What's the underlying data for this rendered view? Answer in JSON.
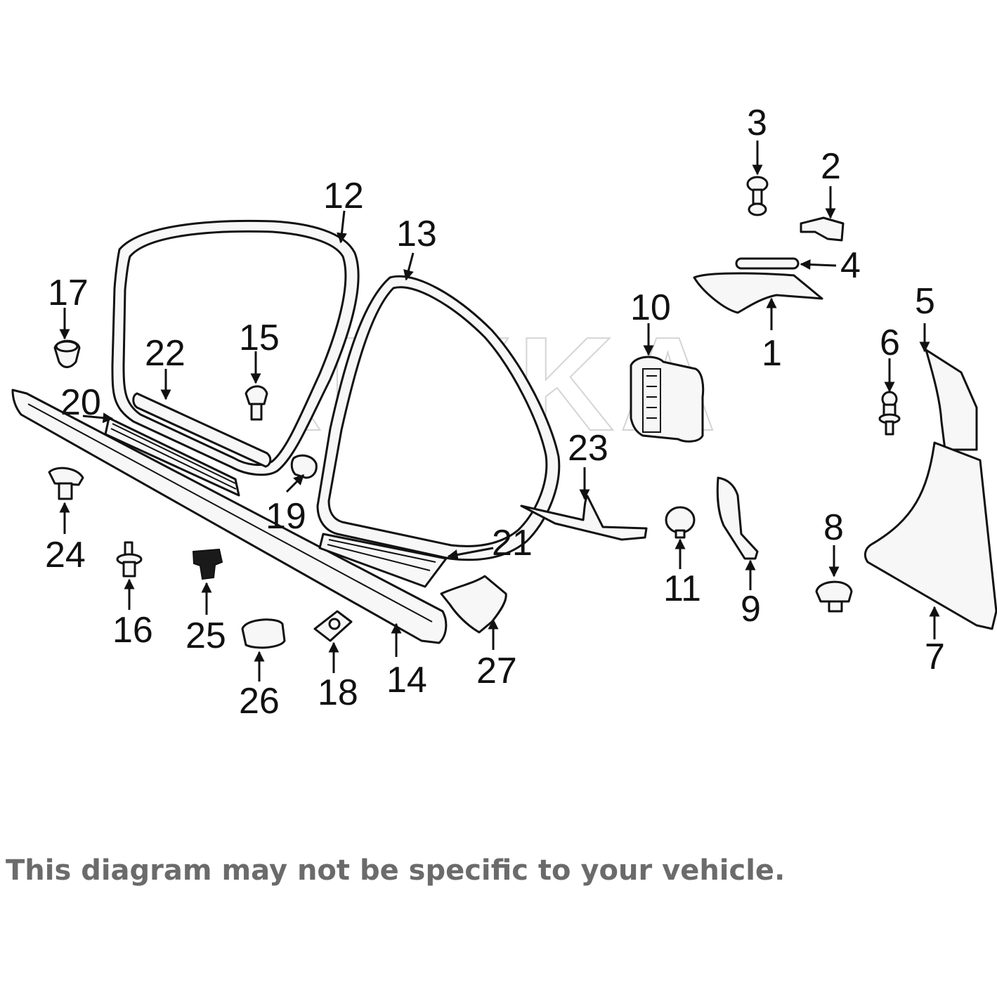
{
  "watermark": "REXKA",
  "disclaimer": "This diagram may not be specific to your vehicle.",
  "callouts": {
    "c1": "1",
    "c2": "2",
    "c3": "3",
    "c4": "4",
    "c5": "5",
    "c6": "6",
    "c7": "7",
    "c8": "8",
    "c9": "9",
    "c10": "10",
    "c11": "11",
    "c12": "12",
    "c13": "13",
    "c14": "14",
    "c15": "15",
    "c16": "16",
    "c17": "17",
    "c18": "18",
    "c19": "19",
    "c20": "20",
    "c21": "21",
    "c22": "22",
    "c23": "23",
    "c24": "24",
    "c25": "25",
    "c26": "26",
    "c27": "27"
  }
}
